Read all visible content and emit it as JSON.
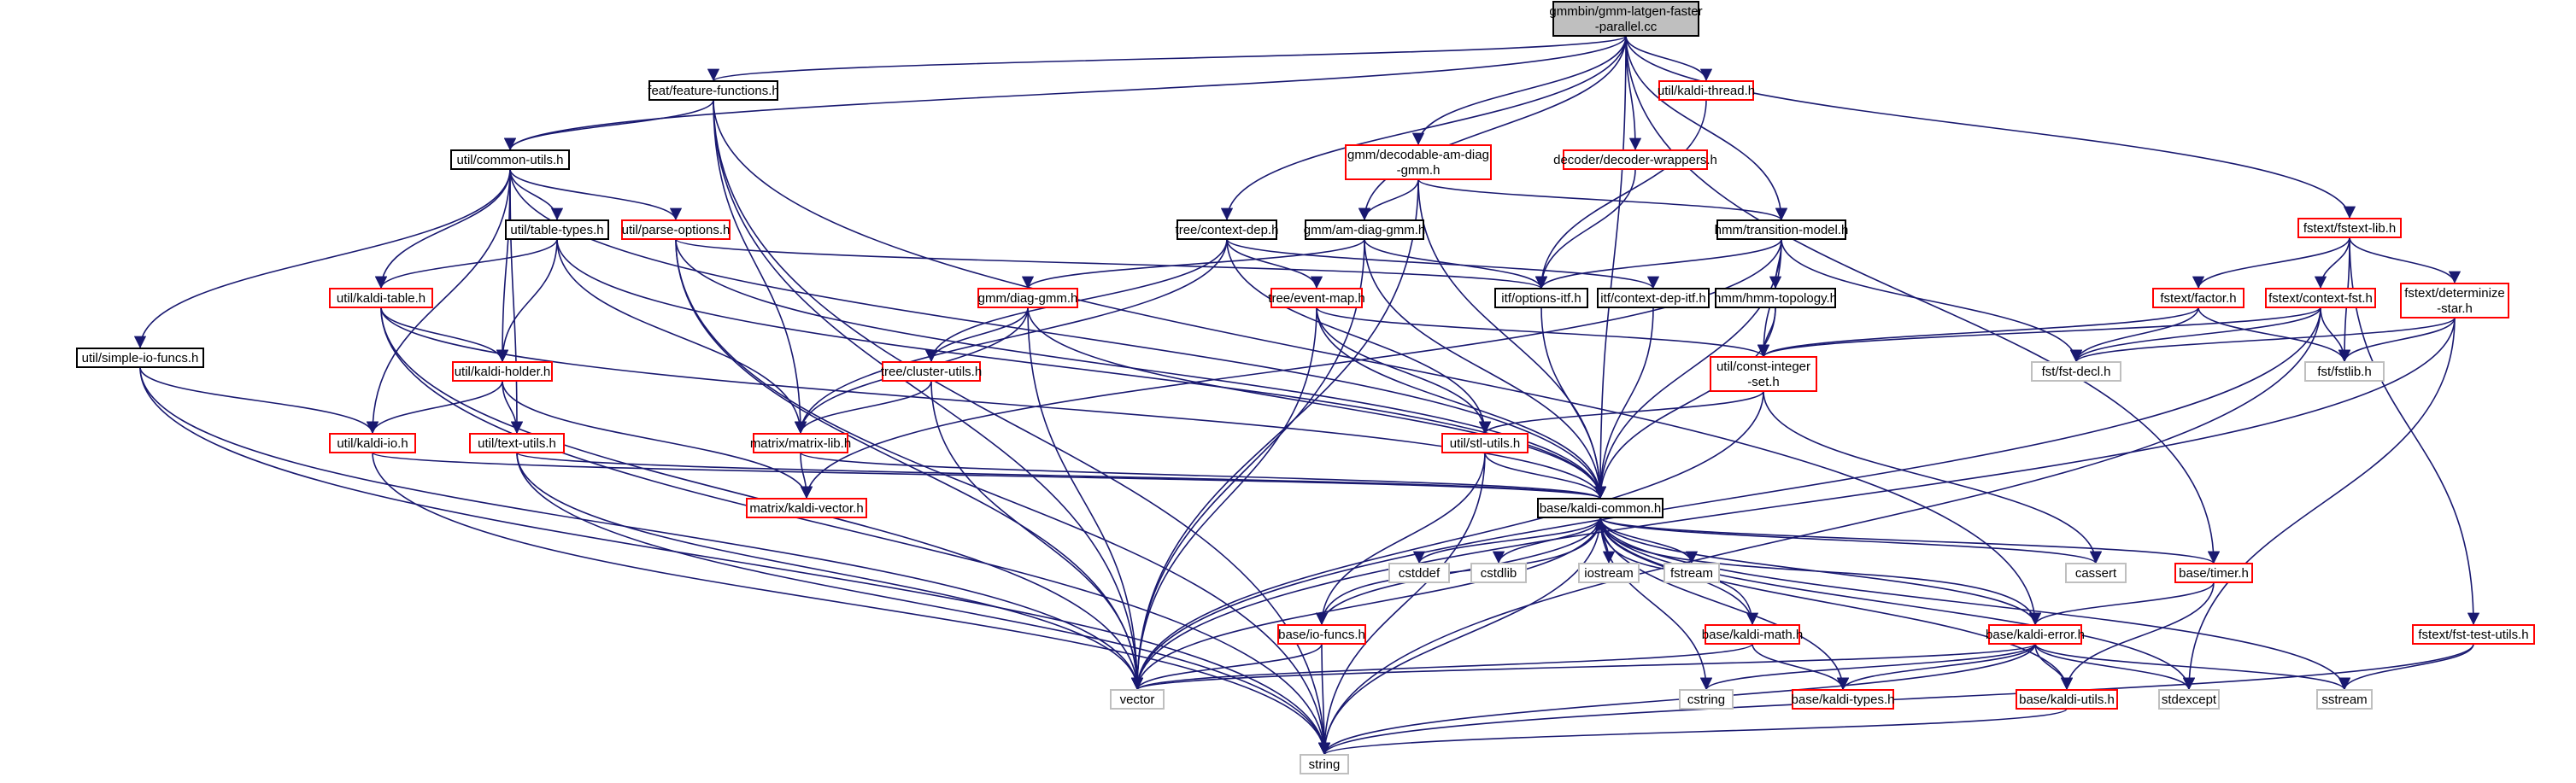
{
  "colors": {
    "edge": "#191970",
    "root_fill": "#bfbfbf",
    "documented": "#000000",
    "undocumented": "#ff0000",
    "system": "#bfbfbf"
  },
  "nodes": [
    {
      "id": "root",
      "lines": [
        "gmmbin/gmm-latgen-faster",
        "-parallel.cc"
      ],
      "kind": "root"
    },
    {
      "id": "feat",
      "lines": [
        "feat/feature-functions.h"
      ],
      "kind": "doc"
    },
    {
      "id": "kthread",
      "lines": [
        "util/kaldi-thread.h"
      ],
      "kind": "red"
    },
    {
      "id": "cu",
      "lines": [
        "util/common-utils.h"
      ],
      "kind": "doc"
    },
    {
      "id": "dam",
      "lines": [
        "gmm/decodable-am-diag",
        "-gmm.h"
      ],
      "kind": "red"
    },
    {
      "id": "decw",
      "lines": [
        "decoder/decoder-wrappers.h"
      ],
      "kind": "red"
    },
    {
      "id": "fstlib",
      "lines": [
        "fstext/fstext-lib.h"
      ],
      "kind": "red"
    },
    {
      "id": "ttypes",
      "lines": [
        "util/table-types.h"
      ],
      "kind": "doc"
    },
    {
      "id": "popt",
      "lines": [
        "util/parse-options.h"
      ],
      "kind": "red"
    },
    {
      "id": "ctxdep",
      "lines": [
        "tree/context-dep.h"
      ],
      "kind": "doc"
    },
    {
      "id": "amgmm",
      "lines": [
        "gmm/am-diag-gmm.h"
      ],
      "kind": "doc"
    },
    {
      "id": "tmodel",
      "lines": [
        "hmm/transition-model.h"
      ],
      "kind": "doc"
    },
    {
      "id": "ktable",
      "lines": [
        "util/kaldi-table.h"
      ],
      "kind": "red"
    },
    {
      "id": "dgmm",
      "lines": [
        "gmm/diag-gmm.h"
      ],
      "kind": "red"
    },
    {
      "id": "evmap",
      "lines": [
        "tree/event-map.h"
      ],
      "kind": "red"
    },
    {
      "id": "optitf",
      "lines": [
        "itf/options-itf.h"
      ],
      "kind": "doc"
    },
    {
      "id": "ctxitf",
      "lines": [
        "itf/context-dep-itf.h"
      ],
      "kind": "doc"
    },
    {
      "id": "hmmtop",
      "lines": [
        "hmm/hmm-topology.h"
      ],
      "kind": "doc"
    },
    {
      "id": "factor",
      "lines": [
        "fstext/factor.h"
      ],
      "kind": "red"
    },
    {
      "id": "cfst",
      "lines": [
        "fstext/context-fst.h"
      ],
      "kind": "red"
    },
    {
      "id": "detstar",
      "lines": [
        "fstext/determinize",
        "-star.h"
      ],
      "kind": "red"
    },
    {
      "id": "sio",
      "lines": [
        "util/simple-io-funcs.h"
      ],
      "kind": "doc"
    },
    {
      "id": "kholder",
      "lines": [
        "util/kaldi-holder.h"
      ],
      "kind": "red"
    },
    {
      "id": "cluster",
      "lines": [
        "tree/cluster-utils.h"
      ],
      "kind": "red"
    },
    {
      "id": "cis",
      "lines": [
        "util/const-integer",
        "-set.h"
      ],
      "kind": "red"
    },
    {
      "id": "fstdecl",
      "lines": [
        "fst/fst-decl.h"
      ],
      "kind": "sys"
    },
    {
      "id": "fstlibh",
      "lines": [
        "fst/fstlib.h"
      ],
      "kind": "sys"
    },
    {
      "id": "kio",
      "lines": [
        "util/kaldi-io.h"
      ],
      "kind": "red"
    },
    {
      "id": "textu",
      "lines": [
        "util/text-utils.h"
      ],
      "kind": "red"
    },
    {
      "id": "mlib",
      "lines": [
        "matrix/matrix-lib.h"
      ],
      "kind": "red"
    },
    {
      "id": "stlu",
      "lines": [
        "util/stl-utils.h"
      ],
      "kind": "red"
    },
    {
      "id": "kvec",
      "lines": [
        "matrix/kaldi-vector.h"
      ],
      "kind": "red"
    },
    {
      "id": "kc",
      "lines": [
        "base/kaldi-common.h"
      ],
      "kind": "doc"
    },
    {
      "id": "cstddef",
      "lines": [
        "cstddef"
      ],
      "kind": "sys"
    },
    {
      "id": "cstdlib",
      "lines": [
        "cstdlib"
      ],
      "kind": "sys"
    },
    {
      "id": "iostream",
      "lines": [
        "iostream"
      ],
      "kind": "sys"
    },
    {
      "id": "fstream",
      "lines": [
        "fstream"
      ],
      "kind": "sys"
    },
    {
      "id": "cassert",
      "lines": [
        "cassert"
      ],
      "kind": "sys"
    },
    {
      "id": "timer",
      "lines": [
        "base/timer.h"
      ],
      "kind": "red"
    },
    {
      "id": "fsttest",
      "lines": [
        "fstext/fst-test-utils.h"
      ],
      "kind": "red"
    },
    {
      "id": "iofuncs",
      "lines": [
        "base/io-funcs.h"
      ],
      "kind": "red"
    },
    {
      "id": "kmath",
      "lines": [
        "base/kaldi-math.h"
      ],
      "kind": "red"
    },
    {
      "id": "kerror",
      "lines": [
        "base/kaldi-error.h"
      ],
      "kind": "red"
    },
    {
      "id": "vector",
      "lines": [
        "vector"
      ],
      "kind": "sys"
    },
    {
      "id": "cstring",
      "lines": [
        "cstring"
      ],
      "kind": "sys"
    },
    {
      "id": "ktypes",
      "lines": [
        "base/kaldi-types.h"
      ],
      "kind": "red"
    },
    {
      "id": "kutils",
      "lines": [
        "base/kaldi-utils.h"
      ],
      "kind": "red"
    },
    {
      "id": "stdexcept",
      "lines": [
        "stdexcept"
      ],
      "kind": "sys"
    },
    {
      "id": "sstream",
      "lines": [
        "sstream"
      ],
      "kind": "sys"
    },
    {
      "id": "string",
      "lines": [
        "string"
      ],
      "kind": "sys"
    }
  ],
  "edges": [
    [
      "root",
      "feat"
    ],
    [
      "root",
      "kthread"
    ],
    [
      "root",
      "cu"
    ],
    [
      "root",
      "dam"
    ],
    [
      "root",
      "decw"
    ],
    [
      "root",
      "fstlib"
    ],
    [
      "root",
      "ctxdep"
    ],
    [
      "root",
      "amgmm"
    ],
    [
      "root",
      "tmodel"
    ],
    [
      "root",
      "timer"
    ],
    [
      "root",
      "kc"
    ],
    [
      "feat",
      "cu"
    ],
    [
      "feat",
      "vector"
    ],
    [
      "feat",
      "string"
    ],
    [
      "feat",
      "mlib"
    ],
    [
      "feat",
      "kerror"
    ],
    [
      "kthread",
      "optitf"
    ],
    [
      "cu",
      "ttypes"
    ],
    [
      "cu",
      "popt"
    ],
    [
      "cu",
      "ktable"
    ],
    [
      "cu",
      "kholder"
    ],
    [
      "cu",
      "sio"
    ],
    [
      "cu",
      "kio"
    ],
    [
      "cu",
      "textu"
    ],
    [
      "cu",
      "kc"
    ],
    [
      "dam",
      "amgmm"
    ],
    [
      "dam",
      "tmodel"
    ],
    [
      "dam",
      "vector"
    ],
    [
      "dam",
      "kc"
    ],
    [
      "decw",
      "optitf"
    ],
    [
      "fstlib",
      "factor"
    ],
    [
      "fstlib",
      "cfst"
    ],
    [
      "fstlib",
      "detstar"
    ],
    [
      "fstlib",
      "fstlibh"
    ],
    [
      "fstlib",
      "fsttest"
    ],
    [
      "ttypes",
      "ktable"
    ],
    [
      "ttypes",
      "kholder"
    ],
    [
      "ttypes",
      "mlib"
    ],
    [
      "ttypes",
      "kc"
    ],
    [
      "popt",
      "optitf"
    ],
    [
      "popt",
      "kc"
    ],
    [
      "popt",
      "vector"
    ],
    [
      "popt",
      "string"
    ],
    [
      "ctxdep",
      "evmap"
    ],
    [
      "ctxdep",
      "ctxitf"
    ],
    [
      "ctxdep",
      "cluster"
    ],
    [
      "ctxdep",
      "stlu"
    ],
    [
      "ctxdep",
      "mlib"
    ],
    [
      "amgmm",
      "dgmm"
    ],
    [
      "amgmm",
      "optitf"
    ],
    [
      "amgmm",
      "kc"
    ],
    [
      "amgmm",
      "vector"
    ],
    [
      "tmodel",
      "optitf"
    ],
    [
      "tmodel",
      "hmmtop"
    ],
    [
      "tmodel",
      "cis"
    ],
    [
      "tmodel",
      "fstdecl"
    ],
    [
      "tmodel",
      "kc"
    ],
    [
      "tmodel",
      "kvec"
    ],
    [
      "ktable",
      "kholder"
    ],
    [
      "ktable",
      "kc"
    ],
    [
      "ktable",
      "string"
    ],
    [
      "ktable",
      "vector"
    ],
    [
      "dgmm",
      "cluster"
    ],
    [
      "dgmm",
      "mlib"
    ],
    [
      "dgmm",
      "kc"
    ],
    [
      "dgmm",
      "vector"
    ],
    [
      "evmap",
      "cis"
    ],
    [
      "evmap",
      "stlu"
    ],
    [
      "evmap",
      "kc"
    ],
    [
      "evmap",
      "vector"
    ],
    [
      "optitf",
      "kc"
    ],
    [
      "ctxitf",
      "kc"
    ],
    [
      "hmmtop",
      "cis"
    ],
    [
      "hmmtop",
      "kc"
    ],
    [
      "factor",
      "cis"
    ],
    [
      "factor",
      "fstdecl"
    ],
    [
      "factor",
      "fstlibh"
    ],
    [
      "cfst",
      "cis"
    ],
    [
      "cfst",
      "fstdecl"
    ],
    [
      "cfst",
      "fstlibh"
    ],
    [
      "cfst",
      "vector"
    ],
    [
      "cfst",
      "string"
    ],
    [
      "detstar",
      "fstdecl"
    ],
    [
      "detstar",
      "fstlibh"
    ],
    [
      "detstar",
      "stdexcept"
    ],
    [
      "detstar",
      "vector"
    ],
    [
      "sio",
      "kio"
    ],
    [
      "sio",
      "vector"
    ],
    [
      "sio",
      "string"
    ],
    [
      "kholder",
      "kio"
    ],
    [
      "kholder",
      "textu"
    ],
    [
      "kholder",
      "kvec"
    ],
    [
      "cluster",
      "mlib"
    ],
    [
      "cluster",
      "vector"
    ],
    [
      "cis",
      "stlu"
    ],
    [
      "cis",
      "cassert"
    ],
    [
      "cis",
      "vector"
    ],
    [
      "kio",
      "kc"
    ],
    [
      "kio",
      "string"
    ],
    [
      "textu",
      "kc"
    ],
    [
      "textu",
      "vector"
    ],
    [
      "textu",
      "string"
    ],
    [
      "mlib",
      "kvec"
    ],
    [
      "mlib",
      "kc"
    ],
    [
      "stlu",
      "kc"
    ],
    [
      "stlu",
      "iofuncs"
    ],
    [
      "stlu",
      "string"
    ],
    [
      "kc",
      "cstddef"
    ],
    [
      "kc",
      "cstdlib"
    ],
    [
      "kc",
      "iostream"
    ],
    [
      "kc",
      "fstream"
    ],
    [
      "kc",
      "cassert"
    ],
    [
      "kc",
      "timer"
    ],
    [
      "kc",
      "iofuncs"
    ],
    [
      "kc",
      "kmath"
    ],
    [
      "kc",
      "kerror"
    ],
    [
      "kc",
      "vector"
    ],
    [
      "kc",
      "cstring"
    ],
    [
      "kc",
      "ktypes"
    ],
    [
      "kc",
      "kutils"
    ],
    [
      "kc",
      "stdexcept"
    ],
    [
      "kc",
      "sstream"
    ],
    [
      "kc",
      "string"
    ],
    [
      "timer",
      "kerror"
    ],
    [
      "timer",
      "kutils"
    ],
    [
      "fsttest",
      "sstream"
    ],
    [
      "fsttest",
      "string"
    ],
    [
      "iofuncs",
      "vector"
    ],
    [
      "iofuncs",
      "string"
    ],
    [
      "iofuncs",
      "kc"
    ],
    [
      "kmath",
      "ktypes"
    ],
    [
      "kmath",
      "vector"
    ],
    [
      "kmath",
      "kc"
    ],
    [
      "kerror",
      "vector"
    ],
    [
      "kerror",
      "cstring"
    ],
    [
      "kerror",
      "ktypes"
    ],
    [
      "kerror",
      "kutils"
    ],
    [
      "kerror",
      "stdexcept"
    ],
    [
      "kerror",
      "sstream"
    ],
    [
      "kerror",
      "string"
    ],
    [
      "kerror",
      "kc"
    ],
    [
      "kutils",
      "string"
    ]
  ]
}
